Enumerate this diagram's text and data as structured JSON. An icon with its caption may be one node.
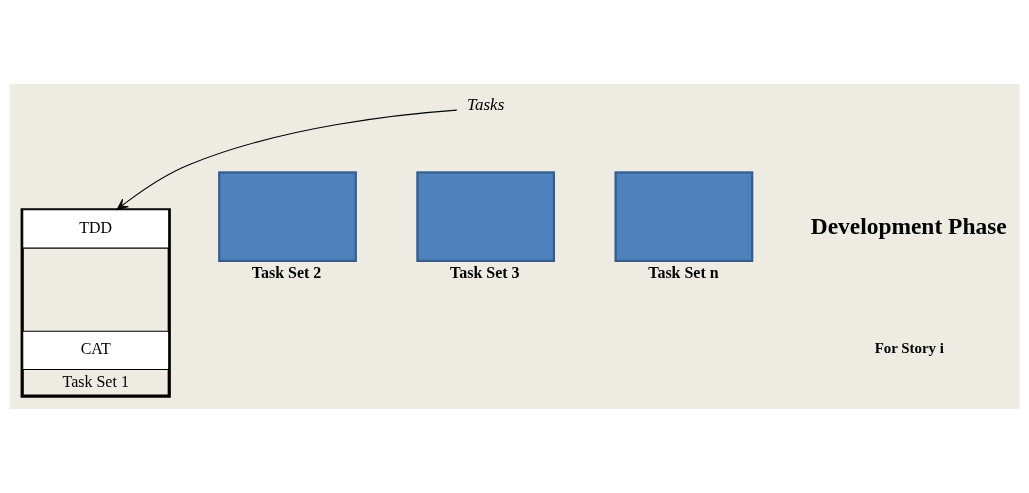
{
  "diagram": {
    "nodes": [
      {
        "text": [
          "Tasks"
        ]
      },
      {
        "text": [
          "Task Set 1"
        ]
      },
      {
        "text": [
          "TDD"
        ],
        "in": 1
      },
      {
        "text": [
          "CAT"
        ],
        "in": 1
      },
      {
        "text": [
          "Task Set 2"
        ]
      },
      {
        "text": [
          "Task Set 3"
        ]
      },
      {
        "text": [
          "Task Set n"
        ]
      }
    ],
    "edges": [
      {
        "from": 0,
        "to": 2,
        "arrow": "to"
      }
    ],
    "labels": [
      "Development Phase",
      "For Story i"
    ]
  }
}
